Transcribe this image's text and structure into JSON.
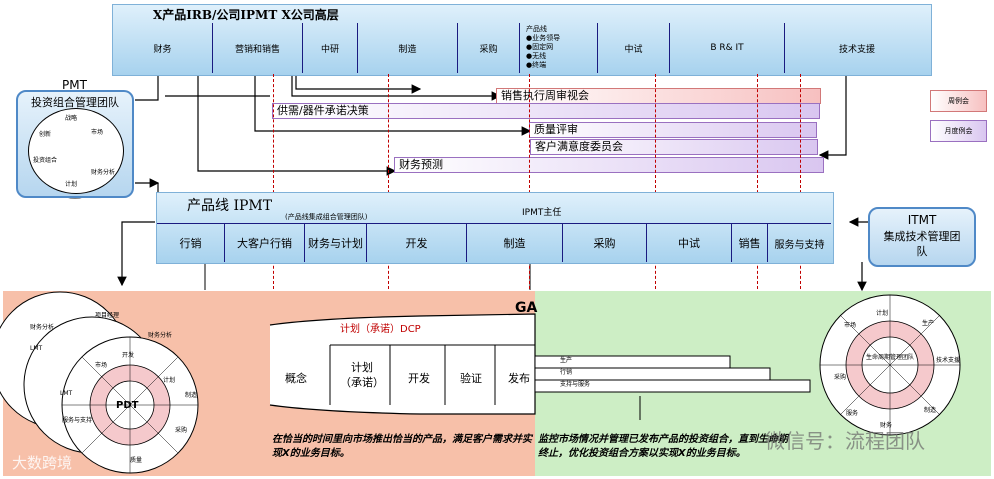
{
  "irb": {
    "title": "X产品IRB/公司IPMT        X公司高层",
    "cells": [
      "财务",
      "营销和销售",
      "中研",
      "制造",
      "采购"
    ],
    "pl_title": "产品线",
    "pl_items": [
      "●业务领导",
      "●固定网",
      "●无线",
      "●终端"
    ],
    "cells2": [
      "中试",
      "B R& IT",
      "技术支援"
    ]
  },
  "pmt": {
    "label": "PMT",
    "title": "投资组合管理团队",
    "wheel_labels": [
      "战略",
      "市场",
      "投资组合",
      "财务分析",
      "创新",
      "计划"
    ]
  },
  "meetings": {
    "sales_review": "销售执行周审视会",
    "supply_commit": "供需/器件承诺决策",
    "quality_review": "质量评审",
    "csat_committee": "客户满意度委员会",
    "financial_forecast": "财务预测"
  },
  "legend": {
    "weekly": "周例会",
    "monthly": "月度例会",
    "weekly_color": "#f7c0c0",
    "monthly_color": "#d9c6f0"
  },
  "ipmt": {
    "title": "产品线 IPMT",
    "subtitle": "(产品线集成组合管理团队)",
    "head": "IPMT主任",
    "cells": [
      "行销",
      "大客户行销",
      "财务与计划",
      "开发",
      "制造",
      "采购",
      "中试",
      "销售",
      "服务与支持"
    ]
  },
  "itmt": {
    "code": "ITMT",
    "name": "集成技术管理团队"
  },
  "process": {
    "ga": "GA",
    "dcp": "计划（承诺）DCP",
    "phases": [
      "概念",
      "计划\n（承诺）",
      "开发",
      "验证",
      "发布"
    ],
    "lifecycle": [
      "生产",
      "行销",
      "支持与服务"
    ]
  },
  "pdt": {
    "label": "PDT",
    "wheel_labels": [
      "财务分析",
      "项目经理",
      "LMT",
      "制造",
      "服务与支持",
      "采购",
      "开发",
      "计划",
      "市场",
      "质量",
      "财务分析",
      "LMT"
    ]
  },
  "lmt": {
    "label": "生命周期管理团队",
    "wheel_labels": [
      "计划",
      "生产",
      "技术支援",
      "制造",
      "市场",
      "采购",
      "服务",
      "财务"
    ]
  },
  "notes": {
    "left": "在恰当的时间里向市场推出恰当的产品，满足客户需求并实现X的业务目标。",
    "right": "监控市场情况并管理已发布产品的投资组合，直到生命期终止，优化投资组合方案以实现X的业务目标。"
  },
  "watermarks": {
    "left": "大数跨境",
    "right": "微信号：流程团队"
  },
  "colors": {
    "accent_blue": "#1a1a80",
    "dashed_red": "#c00000",
    "left_panel": "#f7b79b",
    "right_panel": "#c9efc1"
  }
}
